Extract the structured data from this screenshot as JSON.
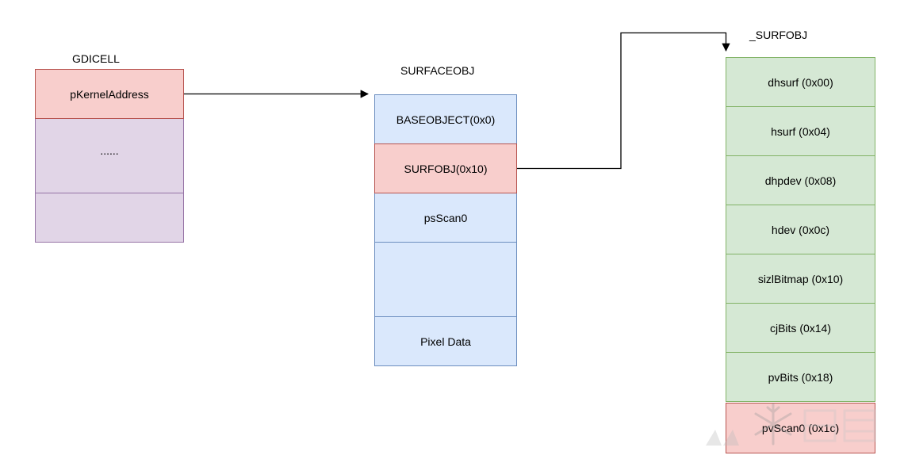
{
  "gdicell": {
    "title": "GDICELL",
    "cells": [
      "pKernelAddress",
      "......",
      ""
    ]
  },
  "surfaceobj": {
    "title": "SURFACEOBJ",
    "cells": [
      "BASEOBJECT(0x0)",
      "SURFOBJ(0x10)",
      "psScan0",
      "",
      "Pixel Data"
    ]
  },
  "surfobj": {
    "title": "_SURFOBJ",
    "cells": [
      "dhsurf (0x00)",
      "hsurf (0x04)",
      "dhpdev (0x08)",
      "hdev (0x0c)",
      "sizlBitmap (0x10)",
      "cjBits (0x14)",
      "pvBits (0x18)",
      "pvScan0 (0x1c)"
    ]
  },
  "colors": {
    "purple_fill": "#e1d5e7",
    "purple_stroke": "#9673a6",
    "blue_fill": "#dae8fc",
    "blue_stroke": "#6c8ebf",
    "green_fill": "#d5e8d4",
    "green_stroke": "#82b366",
    "red_fill": "#f8cecc",
    "red_stroke": "#b85450",
    "arrow": "#000000"
  },
  "watermark": {
    "icon": "snowflake-icon"
  }
}
